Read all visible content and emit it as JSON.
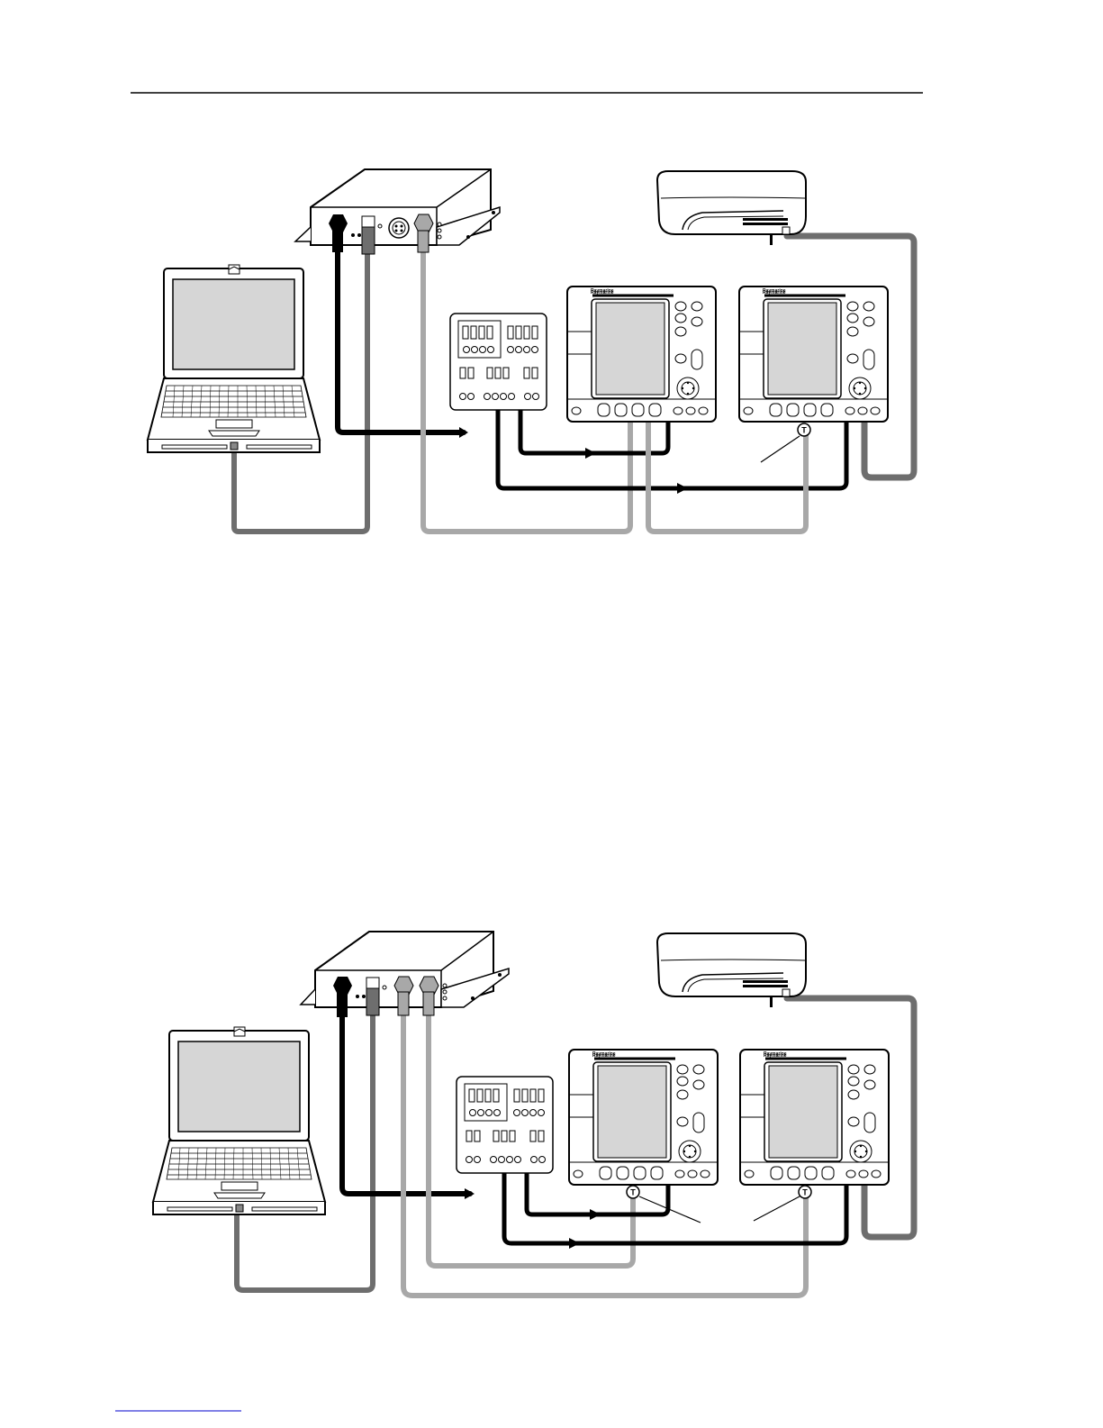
{
  "diagrams": [
    {
      "laptop": {
        "name": "laptop"
      },
      "interface_box": {
        "name": "interface-box"
      },
      "keypad": {
        "name": "keypad"
      },
      "display_brand": "Raymarine",
      "terminator_label": "T"
    },
    {
      "laptop": {
        "name": "laptop"
      },
      "interface_box": {
        "name": "interface-box"
      },
      "keypad": {
        "name": "keypad"
      },
      "display_brand": "Raymarine",
      "terminator_label": "T"
    }
  ],
  "colors": {
    "black_cable": "#000000",
    "dark_grey_cable": "#6e6e6e",
    "light_grey_cable": "#a8a8a8",
    "screen": "#d6d6d6",
    "outline": "#000000"
  }
}
